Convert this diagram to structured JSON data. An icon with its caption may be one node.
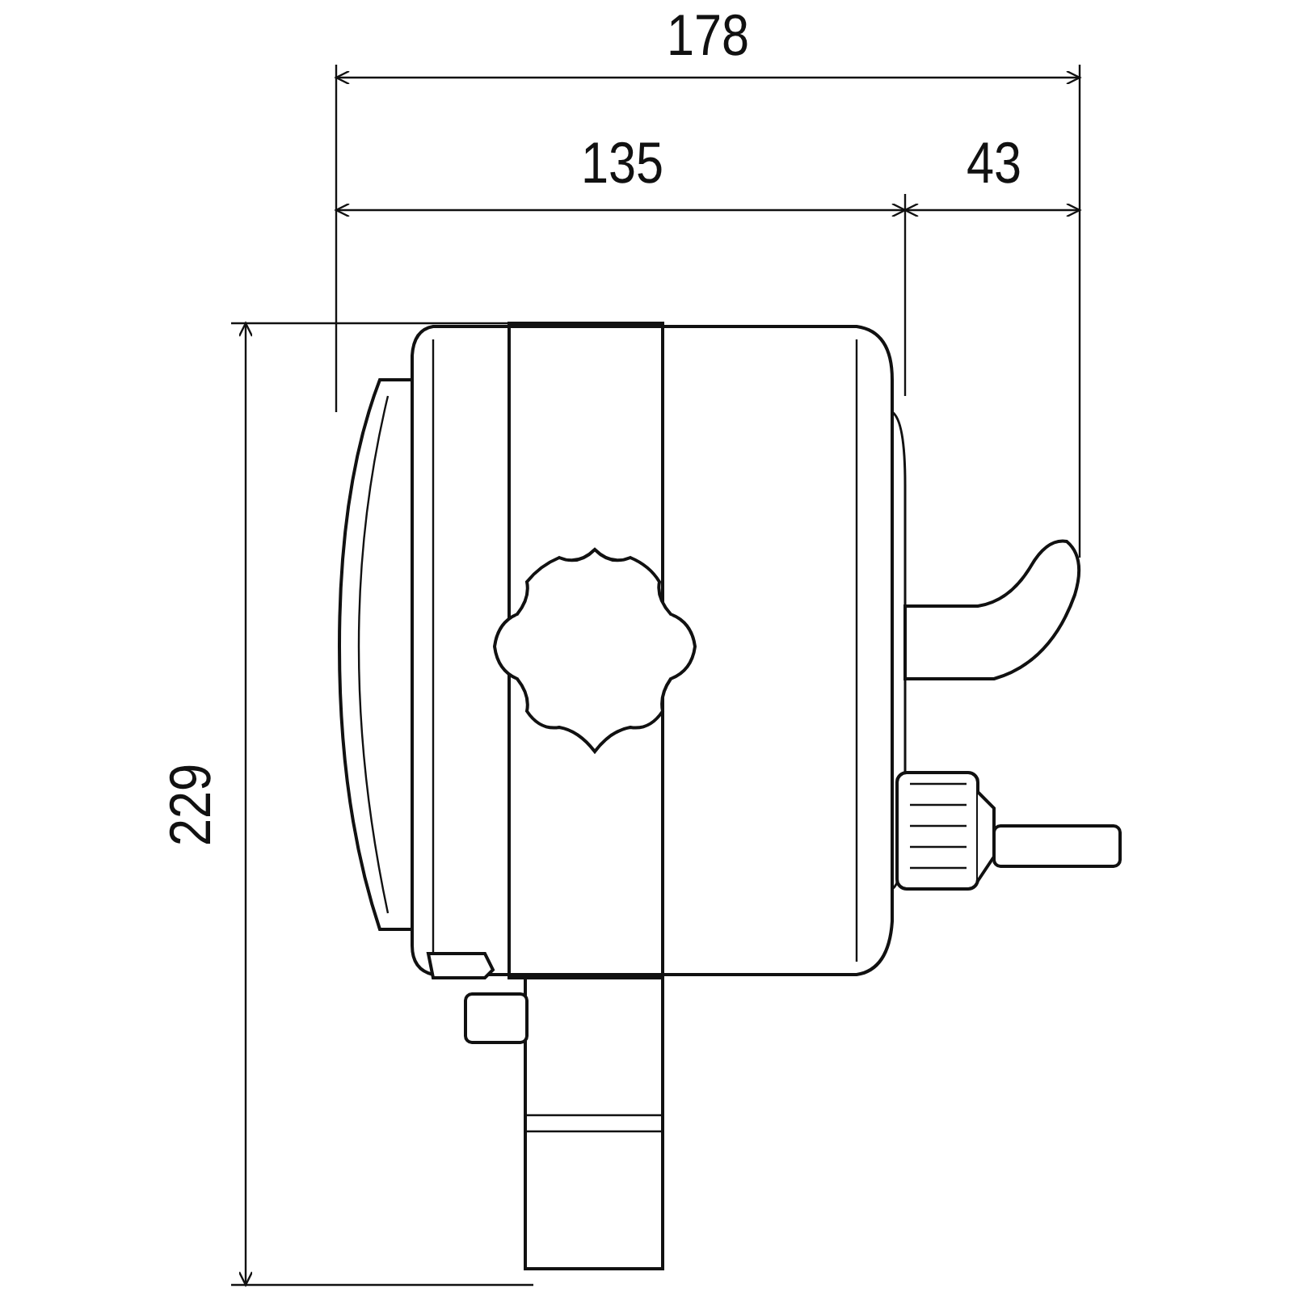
{
  "diagram": {
    "labels": [
      "178",
      "135",
      "43",
      "229"
    ]
  }
}
